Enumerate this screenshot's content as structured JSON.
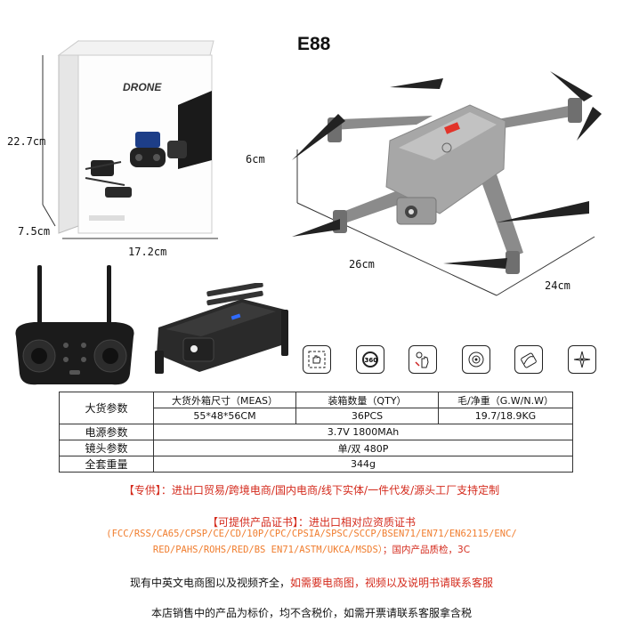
{
  "model": "E88",
  "box_brand": "DRONE",
  "dimensions": {
    "box_height": "22.7cm",
    "box_depth": "7.5cm",
    "box_width": "17.2cm",
    "drone_height": "6cm",
    "drone_length": "26cm",
    "drone_width": "24cm"
  },
  "feature_icons": [
    "gesture-photo-icon",
    "360-flip-icon",
    "gesture-control-icon",
    "headless-mode-icon",
    "trajectory-flight-icon",
    "compass-icon"
  ],
  "spec_table": {
    "row_header_bulk": "大货参数",
    "col_meas_label": "大货外箱尺寸（MEAS）",
    "col_qty_label": "装箱数量（QTY）",
    "col_weight_label": "毛/净重（G.W/N.W）",
    "meas_value": "55*48*56CM",
    "qty_value": "36PCS",
    "weight_value": "19.7/18.9KG",
    "power_label": "电源参数",
    "power_value": "3.7V 1800MAh",
    "lens_label": "镜头参数",
    "lens_value": "单/双 480P",
    "total_weight_label": "全套重量",
    "total_weight_value": "344g"
  },
  "notes": {
    "specialty": "【专供】：进出口贸易/跨境电商/国内电商/线下实体/一件代发/源头工厂支持定制",
    "cert_title": "【可提供产品证书】：进出口相对应资质证书",
    "cert_line1": "(FCC/RSS/CA65/CPSP/CE/CD/10P/CPC/CPSIA/SPSC/SCCP/BSEN71/EN71/EN62115/ENC/",
    "cert_line2_orange": "RED/PAHS/ROHS/RED/BS EN71/ASTM/UKCA/MSDS）",
    "cert_line2_red": "；国内产品质检，3C",
    "ecommerce_black": "现有中英文电商图以及视频齐全，",
    "ecommerce_red": "如需要电商图，视频以及说明书请联系客服",
    "pricing": "本店销售中的产品为标价，均不含税价，如需开票请联系客服拿含税"
  }
}
